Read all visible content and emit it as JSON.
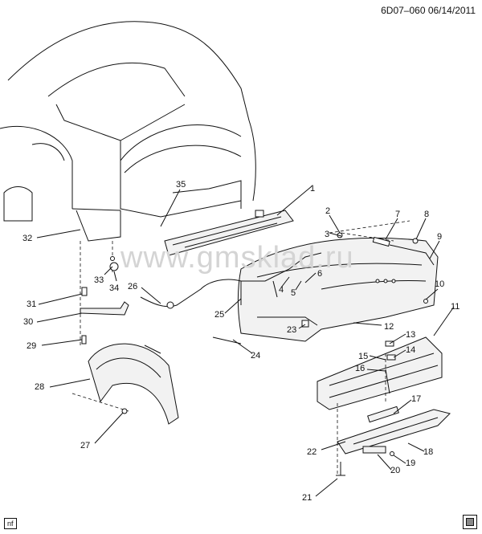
{
  "header": {
    "code": "6D07–060  06/14/2011"
  },
  "watermark": "www.gmsklad.ru",
  "footer": {
    "badge": "nf"
  },
  "callouts": [
    {
      "n": "1"
    },
    {
      "n": "2"
    },
    {
      "n": "3"
    },
    {
      "n": "4"
    },
    {
      "n": "5"
    },
    {
      "n": "6"
    },
    {
      "n": "7"
    },
    {
      "n": "8"
    },
    {
      "n": "9"
    },
    {
      "n": "10"
    },
    {
      "n": "11"
    },
    {
      "n": "12"
    },
    {
      "n": "13"
    },
    {
      "n": "14"
    },
    {
      "n": "15"
    },
    {
      "n": "16"
    },
    {
      "n": "17"
    },
    {
      "n": "18"
    },
    {
      "n": "19"
    },
    {
      "n": "20"
    },
    {
      "n": "21"
    },
    {
      "n": "22"
    },
    {
      "n": "23"
    },
    {
      "n": "24"
    },
    {
      "n": "25"
    },
    {
      "n": "26"
    },
    {
      "n": "27"
    },
    {
      "n": "28"
    },
    {
      "n": "29"
    },
    {
      "n": "30"
    },
    {
      "n": "31"
    },
    {
      "n": "32"
    },
    {
      "n": "33"
    },
    {
      "n": "34"
    },
    {
      "n": "35"
    }
  ]
}
